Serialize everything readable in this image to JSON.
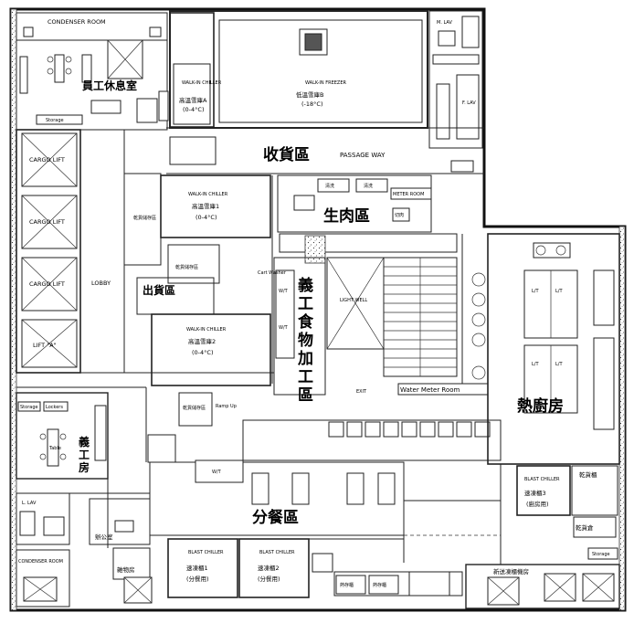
{
  "labels": {
    "condenser_room_top": "CONDENSER ROOM",
    "m_lav": "M. LAV",
    "f_lav": "F. LAV",
    "staff_lounge": "員工休息室",
    "walkin_chiller_a_en": "WALK-IN CHILLER",
    "walkin_chiller_a_zh": "高溫雪庫A",
    "walkin_chiller_a_temp": "(0-4°C)",
    "walkin_freezer_en": "WALK-IN FREEZER",
    "walkin_freezer_zh": "低溫雪庫B",
    "walkin_freezer_temp": "(-18°C)",
    "receiving": "收貨區",
    "passage_way": "PASSAGE WAY",
    "cargo_lift": "CARGO LIFT",
    "lift_a": "LIFT \"A\"",
    "lobby": "LOBBY",
    "walkin_chiller_1_en": "WALK-IN CHILLER",
    "walkin_chiller_1_zh": "高溫雪庫1",
    "walkin_chiller_1_temp": "(0-4°C)",
    "dry_store_1": "乾貨儲存區",
    "dry_store_2": "乾貨儲存區",
    "dry_store_3": "乾貨儲存區",
    "dispatch": "出貨區",
    "walkin_chiller_2_en": "WALK-IN CHILLER",
    "walkin_chiller_2_zh": "高溫雪庫2",
    "walkin_chiller_2_temp": "(0-4°C)",
    "meat_area": "生肉區",
    "meter_room": "METER ROOM",
    "light_well": "LIGHT WELL",
    "volunteer_food_processing": "義工食物加工區",
    "water_meter_room": "Water Meter Room",
    "hot_kitchen": "熱廚房",
    "volunteer_room": "義工房",
    "storage": "Storage",
    "lockers": "Lockers",
    "table": "Table",
    "ramp_up": "Ramp Up",
    "portioning_area": "分餐區",
    "office": "辦公室",
    "misc_room": "雜物房",
    "condenser_room_bottom": "CONDENSER ROOM",
    "l_lav": "L. LAV",
    "blast_chiller_en": "BLAST CHILLER",
    "blast_chiller_1_zh": "速凍櫃1",
    "blast_chiller_1_use": "(分餐用)",
    "blast_chiller_2_zh": "速凍櫃2",
    "blast_chiller_2_use": "(分餐用)",
    "blast_chiller_3_zh": "速凍櫃3",
    "blast_chiller_3_use": "(廚房用)",
    "dry_goods_cabinet": "乾貨櫃",
    "dry_goods_cabinet_2": "乾貨倉",
    "new_refrigerator_room": "新送凍櫃機房",
    "hot_cabinet": "熱存櫃",
    "exit": "EXIT",
    "cart_washer": "Cart Washer",
    "wash": "清洗",
    "cutting": "切肉",
    "wt": "W/T",
    "lt": "L/T"
  }
}
